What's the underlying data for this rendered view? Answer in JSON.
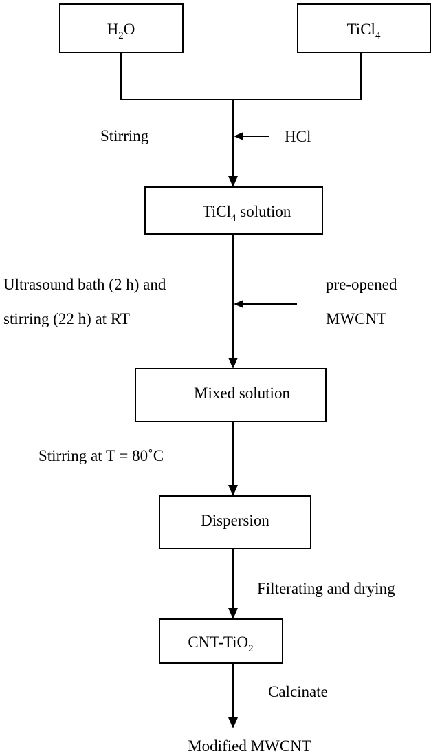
{
  "nodes": {
    "h2o": {
      "base": "H",
      "sub": "2",
      "rest": "O"
    },
    "ticl4": {
      "base": "TiCl",
      "sub": "4",
      "rest": ""
    },
    "ticl4_solution": {
      "base": "TiCl",
      "sub": "4",
      "rest": " solution"
    },
    "mixed_solution": "Mixed solution",
    "dispersion": "Dispersion",
    "cnt_tio2": {
      "base": "CNT-TiO",
      "sub": "2",
      "rest": ""
    },
    "modified_mwcnt": "Modified MWCNT"
  },
  "steps": {
    "stirring": "Stirring",
    "hcl": "HCl",
    "ultrasound_line1": "Ultrasound bath (2 h) and",
    "ultrasound_line2": "stirring (22 h) at RT",
    "preopened_line1": "pre-opened",
    "preopened_line2": "MWCNT",
    "stirring_80": "Stirring at T = 80˚C",
    "filtering": "Filterating and drying",
    "calcinate": "Calcinate"
  }
}
